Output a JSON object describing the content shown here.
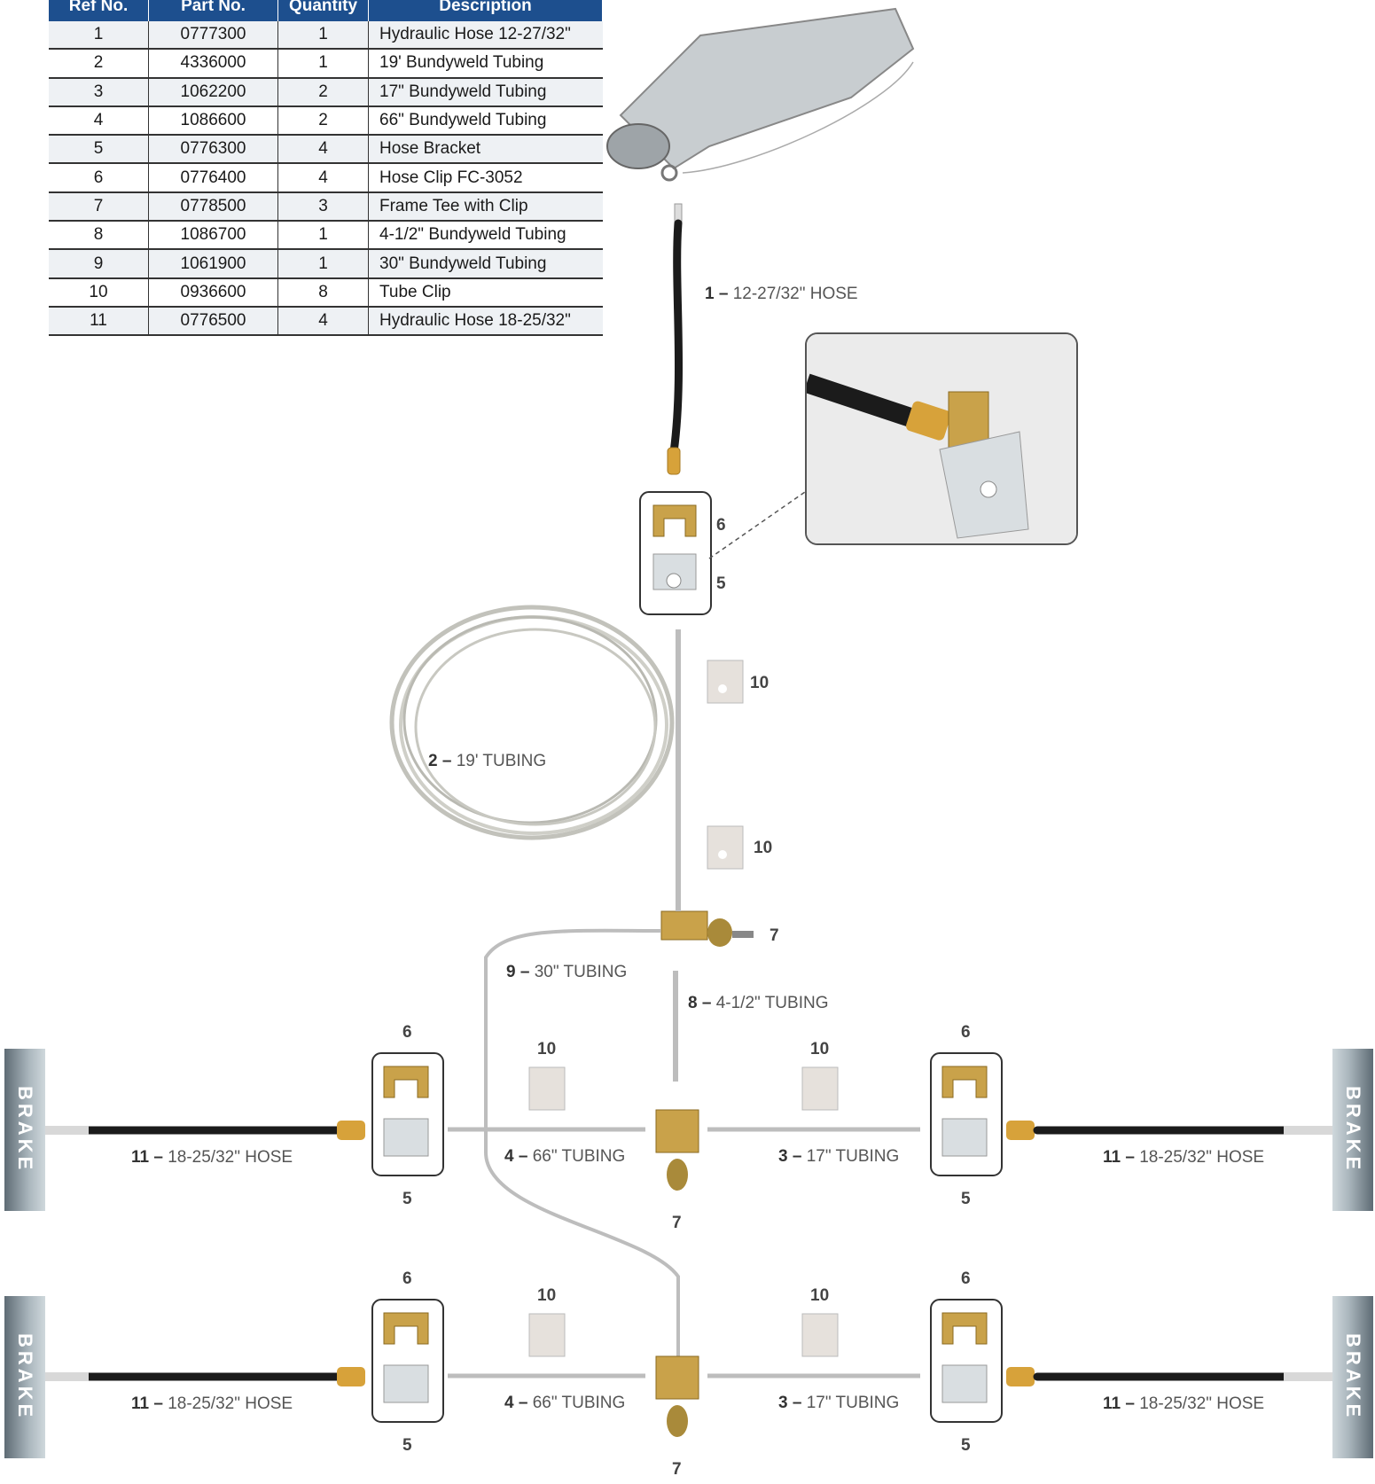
{
  "table": {
    "headers": [
      "Ref No.",
      "Part No.",
      "Quantity",
      "Description"
    ],
    "rows": [
      [
        "1",
        "0777300",
        "1",
        "Hydraulic Hose 12-27/32\""
      ],
      [
        "2",
        "4336000",
        "1",
        "19' Bundyweld Tubing"
      ],
      [
        "3",
        "1062200",
        "2",
        "17\" Bundyweld Tubing"
      ],
      [
        "4",
        "1086600",
        "2",
        "66\" Bundyweld Tubing"
      ],
      [
        "5",
        "0776300",
        "4",
        "Hose Bracket"
      ],
      [
        "6",
        "0776400",
        "4",
        "Hose Clip FC-3052"
      ],
      [
        "7",
        "0778500",
        "3",
        "Frame Tee with Clip"
      ],
      [
        "8",
        "1086700",
        "1",
        "4-1/2\" Bundyweld Tubing"
      ],
      [
        "9",
        "1061900",
        "1",
        "30\" Bundyweld Tubing"
      ],
      [
        "10",
        "0936600",
        "8",
        "Tube Clip"
      ],
      [
        "11",
        "0776500",
        "4",
        "Hydraulic Hose 18-25/32\""
      ]
    ]
  },
  "labels": {
    "hose_1": {
      "num": "1 –",
      "text": " 12-27/32\" HOSE"
    },
    "tubing_2": {
      "num": "2 –",
      "text": " 19' TUBING"
    },
    "tubing_9": {
      "num": "9 –",
      "text": " 30\" TUBING"
    },
    "tubing_8": {
      "num": "8 –",
      "text": " 4-1/2\" TUBING"
    },
    "tubing_4": {
      "num": "4 –",
      "text": " 66\" TUBING"
    },
    "tubing_3": {
      "num": "3 –",
      "text": " 17\" TUBING"
    },
    "hose_11": {
      "num": "11 –",
      "text": " 18-25/32\" HOSE"
    }
  },
  "callouts": {
    "n5": "5",
    "n6": "6",
    "n7": "7",
    "n10": "10"
  },
  "brake_label": "BRAKE",
  "colors": {
    "table_header": "#1d4f8e",
    "hose": "#1b1b1b",
    "brass": "#c9a24a",
    "tubing": "#bdbdbd"
  }
}
